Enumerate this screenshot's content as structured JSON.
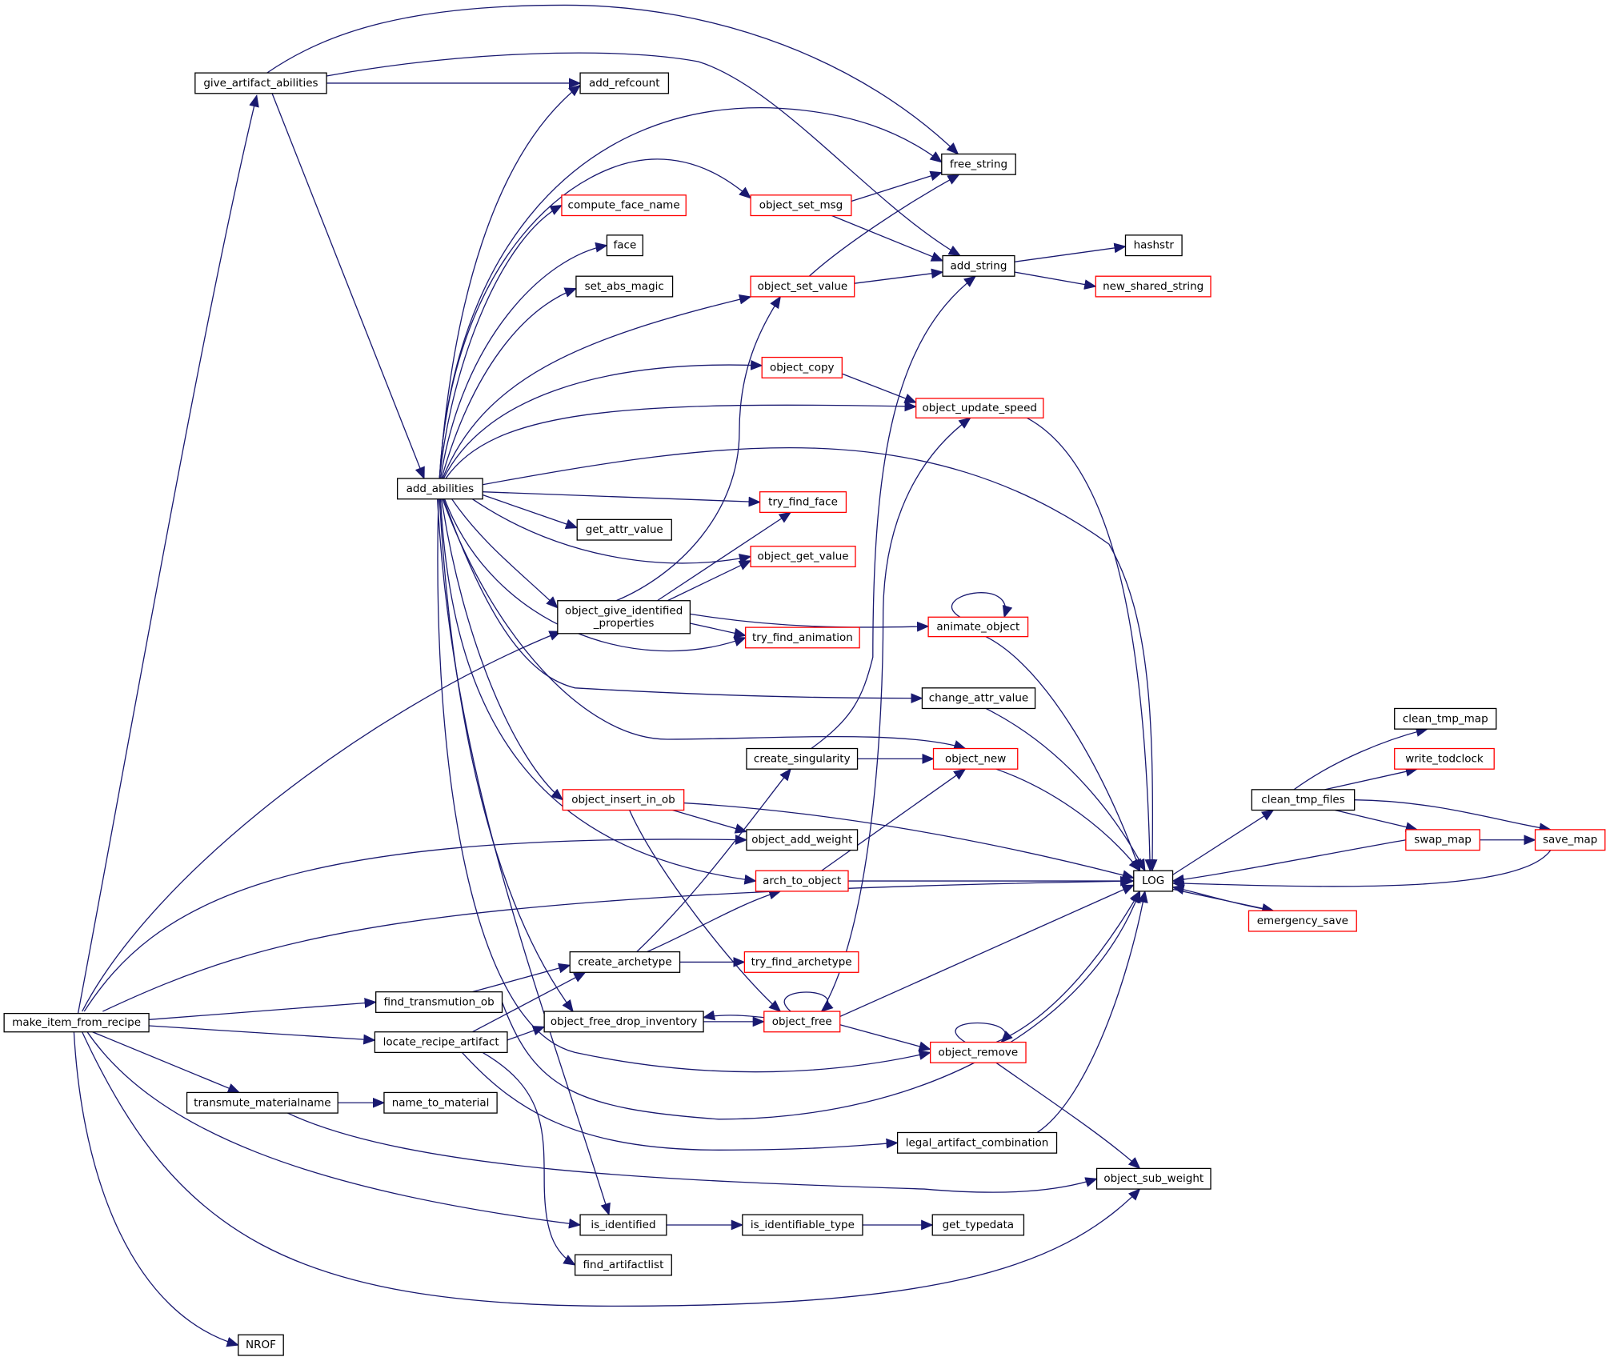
{
  "colors": {
    "edge": "#191970",
    "border_normal": "#000000",
    "border_truncated": "#ff0000",
    "fill_root": "#bfbfbf",
    "fill": "#ffffff"
  },
  "nodes": {
    "make_item_from_recipe": {
      "lines": [
        "make_item_from_recipe"
      ],
      "style": "root"
    },
    "give_artifact_abilities": {
      "lines": [
        "give_artifact_abilities"
      ],
      "style": "normal"
    },
    "add_refcount": {
      "lines": [
        "add_refcount"
      ],
      "style": "normal"
    },
    "free_string": {
      "lines": [
        "free_string"
      ],
      "style": "normal"
    },
    "compute_face_name": {
      "lines": [
        "compute_face_name"
      ],
      "style": "truncated"
    },
    "object_set_msg": {
      "lines": [
        "object_set_msg"
      ],
      "style": "truncated"
    },
    "face": {
      "lines": [
        "face"
      ],
      "style": "normal"
    },
    "hashstr": {
      "lines": [
        "hashstr"
      ],
      "style": "normal"
    },
    "add_string": {
      "lines": [
        "add_string"
      ],
      "style": "normal"
    },
    "set_abs_magic": {
      "lines": [
        "set_abs_magic"
      ],
      "style": "normal"
    },
    "object_set_value": {
      "lines": [
        "object_set_value"
      ],
      "style": "truncated"
    },
    "new_shared_string": {
      "lines": [
        "new_shared_string"
      ],
      "style": "truncated"
    },
    "object_copy": {
      "lines": [
        "object_copy"
      ],
      "style": "truncated"
    },
    "object_update_speed": {
      "lines": [
        "object_update_speed"
      ],
      "style": "truncated"
    },
    "add_abilities": {
      "lines": [
        "add_abilities"
      ],
      "style": "normal"
    },
    "try_find_face": {
      "lines": [
        "try_find_face"
      ],
      "style": "truncated"
    },
    "get_attr_value": {
      "lines": [
        "get_attr_value"
      ],
      "style": "normal"
    },
    "object_get_value": {
      "lines": [
        "object_get_value"
      ],
      "style": "truncated"
    },
    "object_give_identified_properties": {
      "lines": [
        "object_give_identified",
        "_properties"
      ],
      "style": "normal"
    },
    "animate_object": {
      "lines": [
        "animate_object"
      ],
      "style": "truncated"
    },
    "try_find_animation": {
      "lines": [
        "try_find_animation"
      ],
      "style": "truncated"
    },
    "change_attr_value": {
      "lines": [
        "change_attr_value"
      ],
      "style": "normal"
    },
    "clean_tmp_map": {
      "lines": [
        "clean_tmp_map"
      ],
      "style": "normal"
    },
    "write_todclock": {
      "lines": [
        "write_todclock"
      ],
      "style": "truncated"
    },
    "create_singularity": {
      "lines": [
        "create_singularity"
      ],
      "style": "normal"
    },
    "object_new": {
      "lines": [
        "object_new"
      ],
      "style": "truncated"
    },
    "object_insert_in_ob": {
      "lines": [
        "object_insert_in_ob"
      ],
      "style": "truncated"
    },
    "clean_tmp_files": {
      "lines": [
        "clean_tmp_files"
      ],
      "style": "normal"
    },
    "object_add_weight": {
      "lines": [
        "object_add_weight"
      ],
      "style": "normal"
    },
    "swap_map": {
      "lines": [
        "swap_map"
      ],
      "style": "truncated"
    },
    "save_map": {
      "lines": [
        "save_map"
      ],
      "style": "truncated"
    },
    "arch_to_object": {
      "lines": [
        "arch_to_object"
      ],
      "style": "truncated"
    },
    "LOG": {
      "lines": [
        "LOG"
      ],
      "style": "normal"
    },
    "emergency_save": {
      "lines": [
        "emergency_save"
      ],
      "style": "truncated"
    },
    "create_archetype": {
      "lines": [
        "create_archetype"
      ],
      "style": "normal"
    },
    "try_find_archetype": {
      "lines": [
        "try_find_archetype"
      ],
      "style": "truncated"
    },
    "find_transmution_ob": {
      "lines": [
        "find_transmution_ob"
      ],
      "style": "normal"
    },
    "object_free_drop_inventory": {
      "lines": [
        "object_free_drop_inventory"
      ],
      "style": "normal"
    },
    "object_free": {
      "lines": [
        "object_free"
      ],
      "style": "truncated"
    },
    "locate_recipe_artifact": {
      "lines": [
        "locate_recipe_artifact"
      ],
      "style": "normal"
    },
    "object_remove": {
      "lines": [
        "object_remove"
      ],
      "style": "truncated"
    },
    "transmute_materialname": {
      "lines": [
        "transmute_materialname"
      ],
      "style": "normal"
    },
    "name_to_material": {
      "lines": [
        "name_to_material"
      ],
      "style": "normal"
    },
    "legal_artifact_combination": {
      "lines": [
        "legal_artifact_combination"
      ],
      "style": "normal"
    },
    "object_sub_weight": {
      "lines": [
        "object_sub_weight"
      ],
      "style": "normal"
    },
    "is_identified": {
      "lines": [
        "is_identified"
      ],
      "style": "normal"
    },
    "is_identifiable_type": {
      "lines": [
        "is_identifiable_type"
      ],
      "style": "normal"
    },
    "get_typedata": {
      "lines": [
        "get_typedata"
      ],
      "style": "normal"
    },
    "find_artifactlist": {
      "lines": [
        "find_artifactlist"
      ],
      "style": "normal"
    },
    "NROF": {
      "lines": [
        "NROF"
      ],
      "style": "normal"
    }
  },
  "edges": [
    [
      "make_item_from_recipe",
      "give_artifact_abilities"
    ],
    [
      "make_item_from_recipe",
      "object_give_identified_properties"
    ],
    [
      "make_item_from_recipe",
      "object_add_weight"
    ],
    [
      "make_item_from_recipe",
      "LOG"
    ],
    [
      "make_item_from_recipe",
      "find_transmution_ob"
    ],
    [
      "make_item_from_recipe",
      "locate_recipe_artifact"
    ],
    [
      "make_item_from_recipe",
      "transmute_materialname"
    ],
    [
      "make_item_from_recipe",
      "is_identified"
    ],
    [
      "make_item_from_recipe",
      "object_sub_weight"
    ],
    [
      "make_item_from_recipe",
      "NROF"
    ],
    [
      "give_artifact_abilities",
      "add_refcount"
    ],
    [
      "give_artifact_abilities",
      "free_string"
    ],
    [
      "give_artifact_abilities",
      "add_string"
    ],
    [
      "give_artifact_abilities",
      "add_abilities"
    ],
    [
      "add_abilities",
      "add_refcount"
    ],
    [
      "add_abilities",
      "free_string"
    ],
    [
      "add_abilities",
      "compute_face_name"
    ],
    [
      "add_abilities",
      "object_set_msg"
    ],
    [
      "add_abilities",
      "face"
    ],
    [
      "add_abilities",
      "set_abs_magic"
    ],
    [
      "add_abilities",
      "object_set_value"
    ],
    [
      "add_abilities",
      "object_copy"
    ],
    [
      "add_abilities",
      "object_update_speed"
    ],
    [
      "add_abilities",
      "LOG"
    ],
    [
      "add_abilities",
      "try_find_face"
    ],
    [
      "add_abilities",
      "get_attr_value"
    ],
    [
      "add_abilities",
      "object_get_value"
    ],
    [
      "add_abilities",
      "object_give_identified_properties"
    ],
    [
      "add_abilities",
      "try_find_animation"
    ],
    [
      "add_abilities",
      "change_attr_value"
    ],
    [
      "add_abilities",
      "object_new"
    ],
    [
      "add_abilities",
      "object_insert_in_ob"
    ],
    [
      "add_abilities",
      "arch_to_object"
    ],
    [
      "add_abilities",
      "object_free_drop_inventory"
    ],
    [
      "add_abilities",
      "object_remove"
    ],
    [
      "add_abilities",
      "is_identified"
    ],
    [
      "object_set_msg",
      "free_string"
    ],
    [
      "object_set_msg",
      "add_string"
    ],
    [
      "object_set_value",
      "free_string"
    ],
    [
      "object_set_value",
      "add_string"
    ],
    [
      "add_string",
      "hashstr"
    ],
    [
      "add_string",
      "new_shared_string"
    ],
    [
      "object_copy",
      "object_update_speed"
    ],
    [
      "object_update_speed",
      "LOG"
    ],
    [
      "object_give_identified_properties",
      "object_set_value"
    ],
    [
      "object_give_identified_properties",
      "try_find_face"
    ],
    [
      "object_give_identified_properties",
      "object_get_value"
    ],
    [
      "object_give_identified_properties",
      "animate_object"
    ],
    [
      "object_give_identified_properties",
      "try_find_animation"
    ],
    [
      "animate_object",
      "animate_object"
    ],
    [
      "animate_object",
      "LOG"
    ],
    [
      "change_attr_value",
      "LOG"
    ],
    [
      "create_singularity",
      "add_string"
    ],
    [
      "create_singularity",
      "object_new"
    ],
    [
      "object_new",
      "LOG"
    ],
    [
      "object_insert_in_ob",
      "LOG"
    ],
    [
      "object_insert_in_ob",
      "object_add_weight"
    ],
    [
      "object_insert_in_ob",
      "object_free"
    ],
    [
      "arch_to_object",
      "object_new"
    ],
    [
      "arch_to_object",
      "LOG"
    ],
    [
      "LOG",
      "clean_tmp_files"
    ],
    [
      "LOG",
      "emergency_save"
    ],
    [
      "clean_tmp_files",
      "clean_tmp_map"
    ],
    [
      "clean_tmp_files",
      "write_todclock"
    ],
    [
      "clean_tmp_files",
      "swap_map"
    ],
    [
      "clean_tmp_files",
      "save_map"
    ],
    [
      "swap_map",
      "save_map"
    ],
    [
      "swap_map",
      "LOG"
    ],
    [
      "save_map",
      "LOG"
    ],
    [
      "emergency_save",
      "LOG"
    ],
    [
      "create_archetype",
      "create_singularity"
    ],
    [
      "create_archetype",
      "arch_to_object"
    ],
    [
      "create_archetype",
      "try_find_archetype"
    ],
    [
      "find_transmution_ob",
      "create_archetype"
    ],
    [
      "find_transmution_ob",
      "LOG"
    ],
    [
      "locate_recipe_artifact",
      "create_archetype"
    ],
    [
      "locate_recipe_artifact",
      "object_free_drop_inventory"
    ],
    [
      "locate_recipe_artifact",
      "legal_artifact_combination"
    ],
    [
      "locate_recipe_artifact",
      "find_artifactlist"
    ],
    [
      "object_free_drop_inventory",
      "object_free"
    ],
    [
      "object_free",
      "object_free_drop_inventory"
    ],
    [
      "object_free",
      "object_free"
    ],
    [
      "object_free",
      "object_update_speed"
    ],
    [
      "object_free",
      "LOG"
    ],
    [
      "object_free",
      "object_remove"
    ],
    [
      "object_remove",
      "object_remove"
    ],
    [
      "object_remove",
      "LOG"
    ],
    [
      "object_remove",
      "object_sub_weight"
    ],
    [
      "legal_artifact_combination",
      "LOG"
    ],
    [
      "transmute_materialname",
      "name_to_material"
    ],
    [
      "transmute_materialname",
      "object_sub_weight"
    ],
    [
      "is_identified",
      "is_identifiable_type"
    ],
    [
      "is_identifiable_type",
      "get_typedata"
    ]
  ]
}
